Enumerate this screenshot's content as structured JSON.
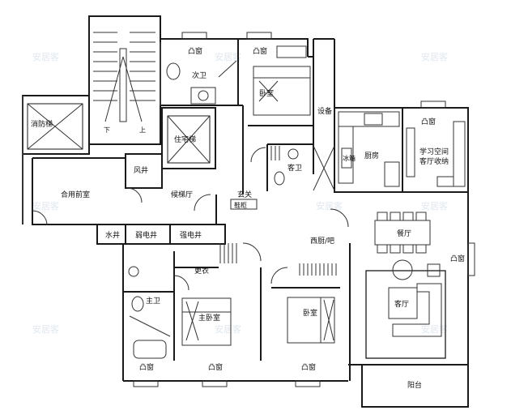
{
  "rooms": {
    "fire_elevator": "消防梯",
    "stair_down": "下",
    "stair_up": "上",
    "secondary_bath": "次卫",
    "bedroom_top": "卧室",
    "bay_window_top_left": "凸窗",
    "bay_window_top_right": "凸窗",
    "equipment": "设备",
    "air_duct": "风井",
    "home_elevator": "住宅梯",
    "shared_vestibule": "合用前室",
    "elevator_lobby": "候梯厅",
    "entry_hall": "玄关",
    "shoe_cabinet": "鞋柜",
    "guest_bath": "客卫",
    "kitchen": "厨房",
    "fridge": "冰箱",
    "bay_window_kitchen": "凸窗",
    "study_room": "学习空间",
    "study_room_2": "客厅收纳",
    "water_well": "水井",
    "weak_electric_well": "弱电井",
    "strong_electric_well": "强电井",
    "western_bar": "西厨/吧",
    "dining": "餐厅",
    "bay_window_right": "凸窗",
    "wardrobe": "更衣",
    "master_bath": "主卫",
    "master_bedroom": "主卧室",
    "bedroom_mid": "卧室",
    "living": "客厅",
    "bay_window_bottom_1": "凸窗",
    "bay_window_bottom_2": "凸窗",
    "bay_window_bottom_3": "凸窗",
    "balcony": "阳台"
  },
  "watermark": "安居客",
  "colors": {
    "wall": "#1a1a1a",
    "line": "#333333",
    "paper": "#ffffff",
    "watermark": "#dfe7ee"
  }
}
